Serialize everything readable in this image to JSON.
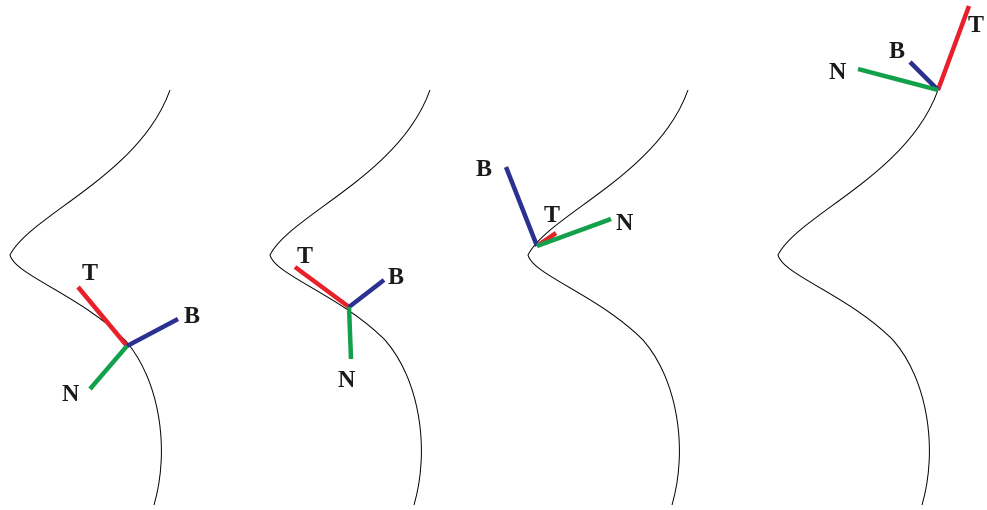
{
  "colors": {
    "tangent": "#e8202a",
    "normal": "#13a04a",
    "binormal": "#2b3190",
    "curve": "#000000",
    "label": "#1a1a1a"
  },
  "labels": {
    "tangent": "T",
    "normal": "N",
    "binormal": "B"
  },
  "panels": [
    {
      "id": "frame-1",
      "tangent_label": "T",
      "normal_label": "N",
      "binormal_label": "B"
    },
    {
      "id": "frame-2",
      "tangent_label": "T",
      "normal_label": "N",
      "binormal_label": "B"
    },
    {
      "id": "frame-3",
      "tangent_label": "T",
      "normal_label": "N",
      "binormal_label": "B"
    },
    {
      "id": "frame-4",
      "tangent_label": "T",
      "normal_label": "N",
      "binormal_label": "B"
    }
  ]
}
